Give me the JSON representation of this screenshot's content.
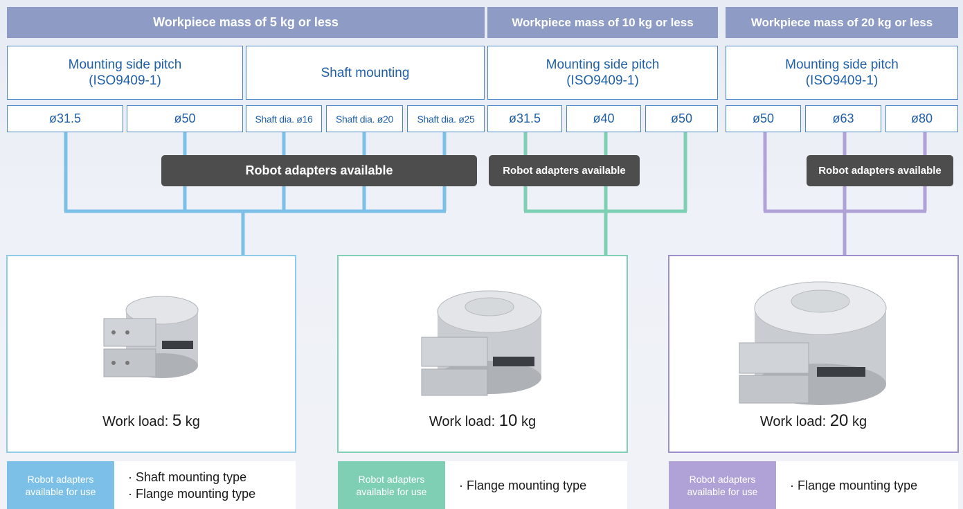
{
  "colors": {
    "header": "#8e9cc5",
    "blue": "#7cc0e8",
    "teal": "#7fcfb5",
    "purple": "#b0a2d6",
    "badge": "#4d4d4d",
    "box_border": "#4a86c8",
    "box_text": "#1f5fa8"
  },
  "headers": [
    {
      "label": "Workpiece mass of 5 kg or less"
    },
    {
      "label": "Workpiece mass of 10 kg or less"
    },
    {
      "label": "Workpiece mass of 20 kg or less"
    }
  ],
  "mount_groups": [
    {
      "line1": "Mounting side pitch",
      "line2": "(ISO9409-1)"
    },
    {
      "line1": "Shaft mounting",
      "line2": ""
    },
    {
      "line1": "Mounting side pitch",
      "line2": "(ISO9409-1)"
    },
    {
      "line1": "Mounting side pitch",
      "line2": "(ISO9409-1)"
    }
  ],
  "sizes": [
    "ø31.5",
    "ø50",
    "Shaft dia. ø16",
    "Shaft dia. ø20",
    "Shaft dia. ø25",
    "ø31.5",
    "ø40",
    "ø50",
    "ø50",
    "ø63",
    "ø80"
  ],
  "adapters": [
    {
      "label": "Robot adapters available"
    },
    {
      "label": "Robot adapters available"
    },
    {
      "label": "Robot adapters available"
    }
  ],
  "products": [
    {
      "prefix": "Work load: ",
      "value": "5",
      "unit": " kg",
      "image": "gripper-5kg"
    },
    {
      "prefix": "Work load: ",
      "value": "10",
      "unit": " kg",
      "image": "gripper-10kg"
    },
    {
      "prefix": "Work load: ",
      "value": "20",
      "unit": " kg",
      "image": "gripper-20kg"
    }
  ],
  "adapter_info": [
    {
      "tag_line1": "Robot adapters",
      "tag_line2": "available for use",
      "types": [
        "· Shaft mounting type",
        "· Flange mounting type"
      ]
    },
    {
      "tag_line1": "Robot adapters",
      "tag_line2": "available for use",
      "types": [
        "· Flange mounting type"
      ]
    },
    {
      "tag_line1": "Robot adapters",
      "tag_line2": "available for use",
      "types": [
        "· Flange mounting type"
      ]
    }
  ]
}
